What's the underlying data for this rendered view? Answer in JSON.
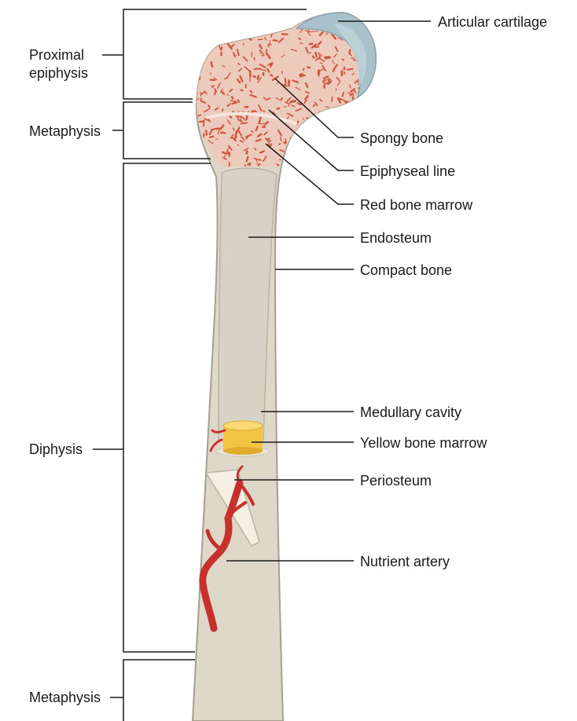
{
  "colors": {
    "bone_fill": "#ddd8c8",
    "bone_outline": "#a59f90",
    "marrow_cavity": "#d6d2c5",
    "spongy_fill": "#eccbbd",
    "spongy_dots": "#d0553d",
    "cartilage": "#a9c1cc",
    "yellow_marrow": "#f2c542",
    "artery": "#c9302c",
    "leader": "#1a1a1a"
  },
  "icons": {
    "yellow_marrow": "cylinder-plug",
    "nutrient_artery": "branching-vessel"
  },
  "regions": {
    "proximal_epiphysis": {
      "line1": "Proximal",
      "line2": "epiphysis"
    },
    "metaphysis_top": "Metaphysis",
    "diaphysis": "Diphysis",
    "metaphysis_bottom": "Metaphysis"
  },
  "labels": {
    "articular_cartilage": "Articular cartilage",
    "spongy_bone": "Spongy bone",
    "epiphyseal_line": "Epiphyseal line",
    "red_bone_marrow": "Red bone marrow",
    "endosteum": "Endosteum",
    "compact_bone": "Compact bone",
    "medullary_cavity": "Medullary cavity",
    "yellow_bone_marrow": "Yellow bone marrow",
    "periosteum": "Periosteum",
    "nutrient_artery": "Nutrient artery"
  }
}
